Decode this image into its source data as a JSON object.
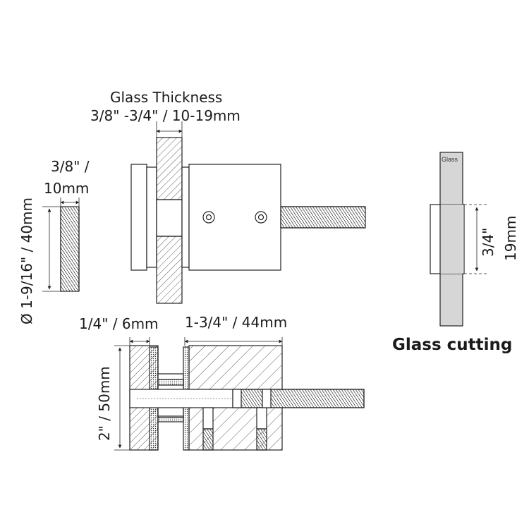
{
  "labels": {
    "glass_thickness_title": "Glass Thickness",
    "glass_thickness_range": "3/8\" -3/4\" / 10-19mm",
    "bolt_width_line1": "3/8\" /",
    "bolt_width_line2": "10mm",
    "diameter": "Ø 1-9/16\" / 40mm",
    "cap_thickness": "1/4\" / 6mm",
    "body_length": "1-3/4\" / 44mm",
    "height": "2\" / 50mm",
    "glass_tag": "Glass",
    "cut_fraction": "3/4\"",
    "cut_mm": "19mm",
    "glass_cutting": "Glass cutting"
  }
}
